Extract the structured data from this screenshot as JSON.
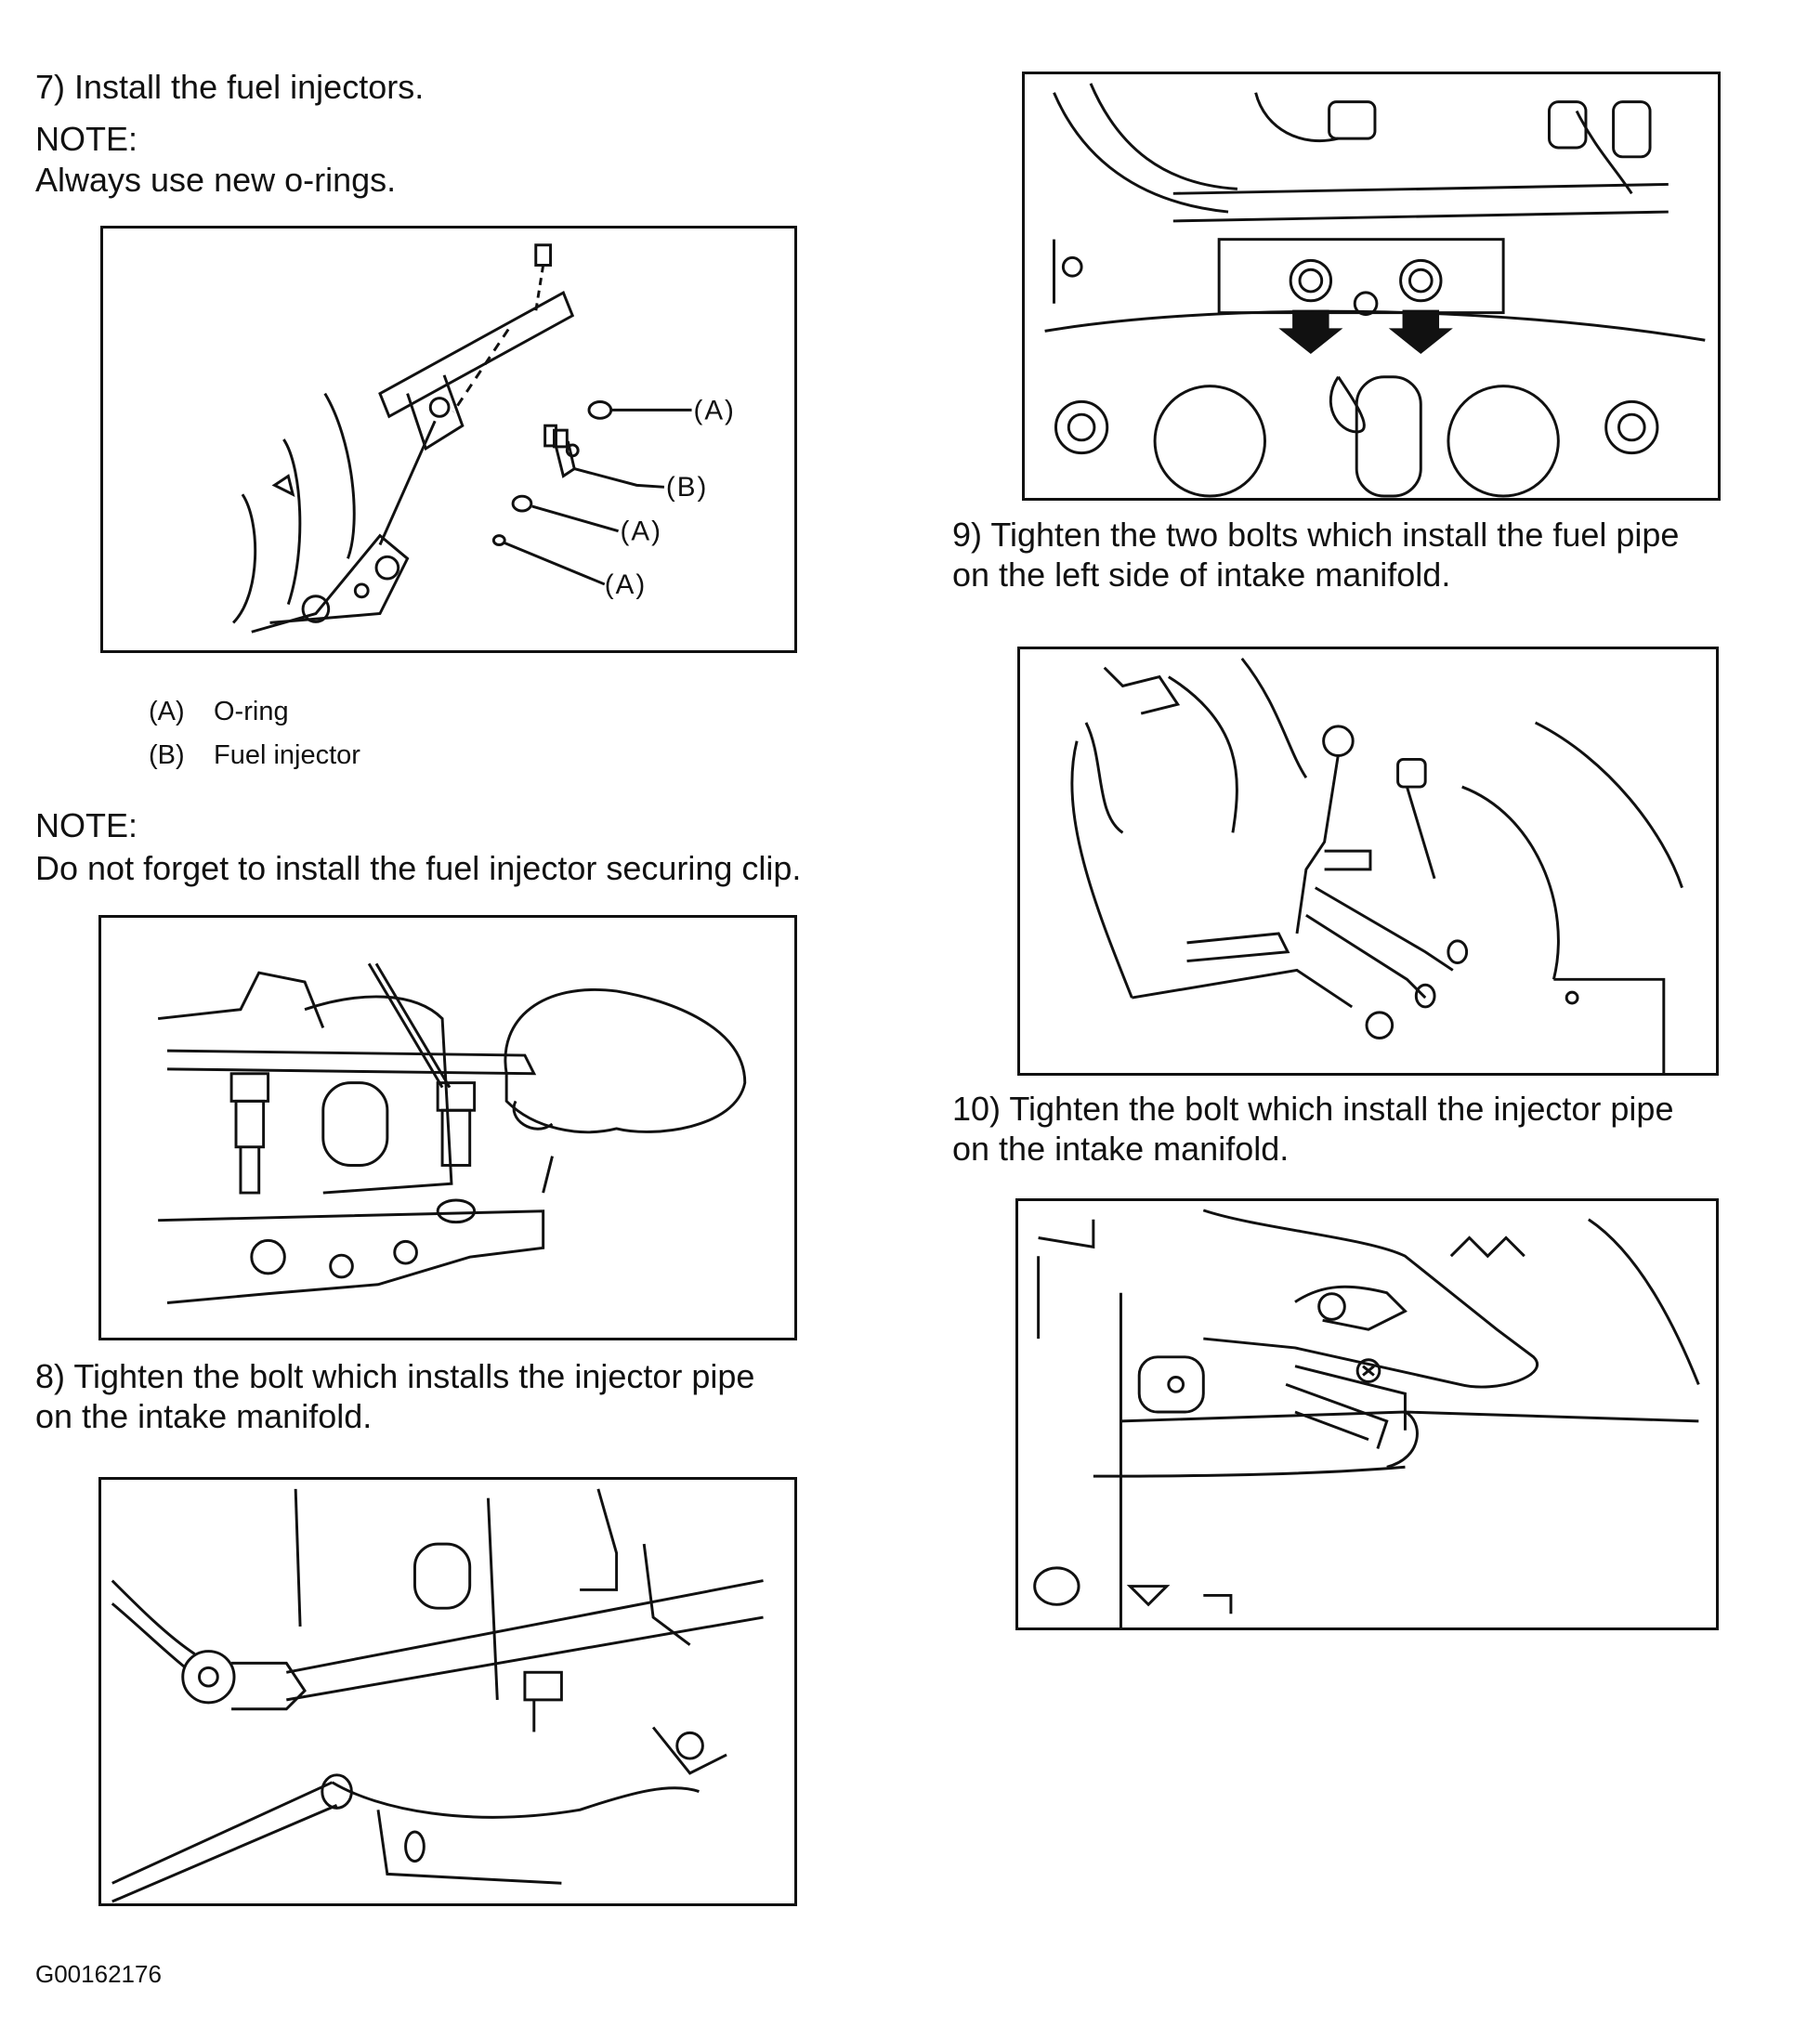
{
  "left": {
    "step7": "7) Install the fuel injectors.",
    "note1_heading": "NOTE:",
    "note1_text": "Always use new o-rings.",
    "fig1_callouts": {
      "a1": "(A)",
      "b": "(B)",
      "a2": "(A)",
      "a3": "(A)"
    },
    "legend": [
      {
        "key": "(A)",
        "label": "O-ring"
      },
      {
        "key": "(B)",
        "label": "Fuel injector"
      }
    ],
    "note2_heading": "NOTE:",
    "note2_text": "Do not forget to install the fuel injector securing clip.",
    "step8_line1": "8) Tighten the bolt which installs the injector pipe",
    "step8_line2": "on the intake manifold."
  },
  "right": {
    "step9_line1": "9) Tighten the two bolts which install the fuel pipe",
    "step9_line2": "on the left side of intake manifold.",
    "step10_line1": "10) Tighten the bolt which install the injector pipe",
    "step10_line2": "on the intake manifold."
  },
  "footer": {
    "ref": "G00162176"
  }
}
